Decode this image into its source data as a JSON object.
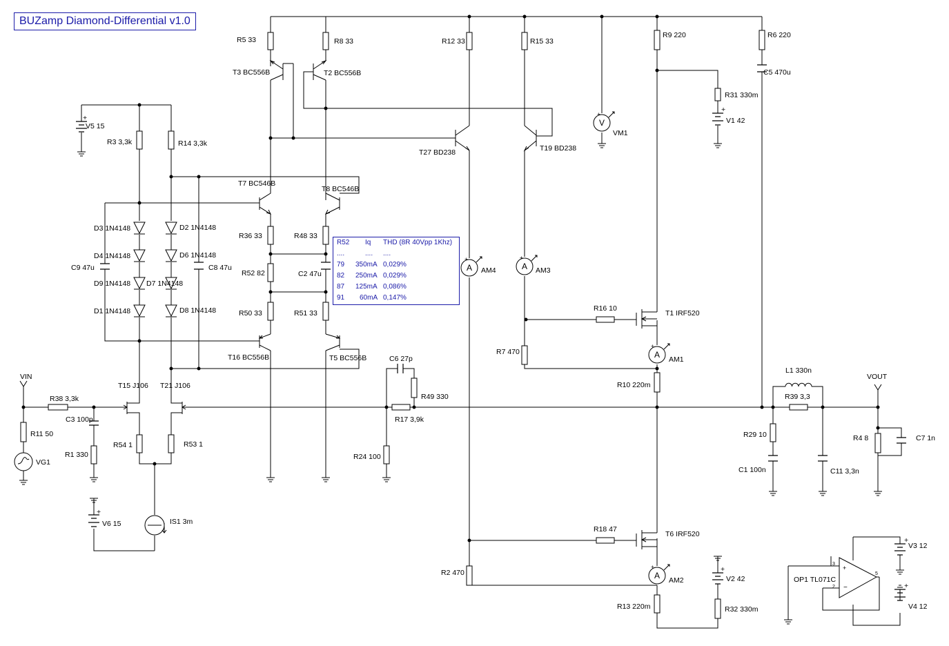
{
  "title": "BUZamp Diamond-Differential v1.0",
  "components": {
    "R5": "R5 33",
    "R8": "R8 33",
    "R12": "R12 33",
    "R15": "R15 33",
    "R9": "R9 220",
    "R6": "R6 220",
    "C5": "C5 470u",
    "R31": "R31 330m",
    "V1": "V1 42",
    "VM1": "VM1",
    "T3": "T3 BC556B",
    "T2": "T2 BC556B",
    "T27": "T27 BD238",
    "T19": "T19 BD238",
    "V5": "V5 15",
    "R3": "R3 3,3k",
    "R14": "R14 3,3k",
    "T7": "T7 BC546B",
    "T8": "T8 BC546B",
    "D3": "D3 1N4148",
    "D2": "D2 1N4148",
    "D4": "D4 1N4148",
    "D6": "D6 1N4148",
    "D9": "D9 1N4148",
    "D7": "D7 1N4148",
    "D1": "D1 1N4148",
    "D8": "D8 1N4148",
    "C9": "C9 47u",
    "C8": "C8 47u",
    "R36": "R36 33",
    "R48": "R48 33",
    "R52": "R52 82",
    "C2": "C2 47u",
    "R50": "R50 33",
    "R51": "R51 33",
    "AM4": "AM4",
    "AM3": "AM3",
    "R16": "R16 10",
    "T1": "T1 IRF520",
    "R7": "R7 470",
    "AM1": "AM1",
    "R10": "R10 220m",
    "T16": "T16 BC556B",
    "T5": "T5 BC556B",
    "C6": "C6 27p",
    "T15": "T15 J106",
    "T21": "T21 J106",
    "VIN": "VIN",
    "R38": "R38 3,3k",
    "C3": "C3 100p",
    "R49": "R49 330",
    "R17": "R17 3,9k",
    "L1": "L1 330n",
    "VOUT": "VOUT",
    "R39": "R39 3,3",
    "R11": "R11 50",
    "VG1": "VG1",
    "R1": "R1 330",
    "R54": "R54 1",
    "R53": "R53 1",
    "R24": "R24 100",
    "R29": "R29 10",
    "R4": "R4 8",
    "C7": "C7 1n",
    "C1": "C1 100n",
    "C11": "C11 3,3n",
    "V6": "V6 15",
    "IS1": "IS1 3m",
    "R18": "R18 47",
    "T6": "T6 IRF520",
    "V3": "V3 12",
    "R2": "R2 470",
    "AM2": "AM2",
    "V2": "V2 42",
    "OP1": "OP1 TL071C",
    "R13": "R13 220m",
    "R32": "R32 330m",
    "V4": "V4 12"
  },
  "opamp_pins": {
    "p3": "3",
    "p2": "2",
    "p5": "5"
  },
  "ammeter_symbol": "A",
  "voltmeter_symbol": "V",
  "table": {
    "headers": [
      "R52",
      "Iq",
      "THD (8R 40Vpp 1Khz)"
    ],
    "placeholder": [
      "....",
      "....",
      "...."
    ],
    "rows": [
      [
        "79",
        "350mA",
        "0,029%"
      ],
      [
        "82",
        "250mA",
        "0,029%"
      ],
      [
        "87",
        "125mA",
        "0,086%"
      ],
      [
        "91",
        "60mA",
        "0,147%"
      ]
    ]
  },
  "colors": {
    "wire": "#000000",
    "annotation": "#1a1aa8",
    "background": "#ffffff"
  }
}
